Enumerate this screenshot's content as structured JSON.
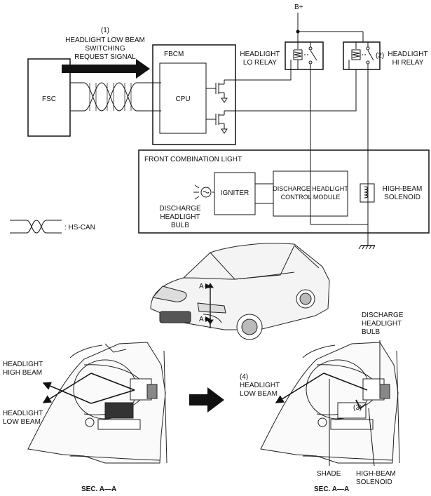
{
  "power": {
    "bplus": "B+"
  },
  "callouts": {
    "c1": "(1)",
    "c2": "(2)",
    "c3": "(3)",
    "c4": "(4)"
  },
  "signal": {
    "line1": "HEADLIGHT LOW BEAM",
    "line2": "SWITCHING",
    "line3": "REQUEST SIGNAL"
  },
  "modules": {
    "fsc": "FSC",
    "fbcm": "FBCM",
    "cpu": "CPU"
  },
  "relays": {
    "lo_line1": "HEADLIGHT",
    "lo_line2": "LO RELAY",
    "hi_line1": "HEADLIGHT",
    "hi_line2": "HI RELAY"
  },
  "front_combination": {
    "title": "FRONT COMBINATION LIGHT",
    "igniter": "IGNITER",
    "control_line1": "DISCHARGE HEADLIGHT",
    "control_line2": "CONTROL MODULE",
    "solenoid_line1": "HIGH-BEAM",
    "solenoid_line2": "SOLENOID",
    "bulb_line1": "DISCHARGE",
    "bulb_line2": "HEADLIGHT",
    "bulb_line3": "BULB"
  },
  "legend": {
    "hs_can": ": HS-CAN"
  },
  "section_marks": {
    "a1": "A",
    "a2": "A"
  },
  "left_section": {
    "high_line1": "HEADLIGHT",
    "high_line2": "HIGH BEAM",
    "low_line1": "HEADLIGHT",
    "low_line2": "LOW BEAM",
    "caption": "SEC. A—A"
  },
  "right_section": {
    "low_line1": "HEADLIGHT",
    "low_line2": "LOW BEAM",
    "bulb_line1": "DISCHARGE",
    "bulb_line2": "HEADLIGHT",
    "bulb_line3": "BULB",
    "shade": "SHADE",
    "solenoid_line1": "HIGH-BEAM",
    "solenoid_line2": "SOLENOID",
    "caption": "SEC. A—A"
  }
}
